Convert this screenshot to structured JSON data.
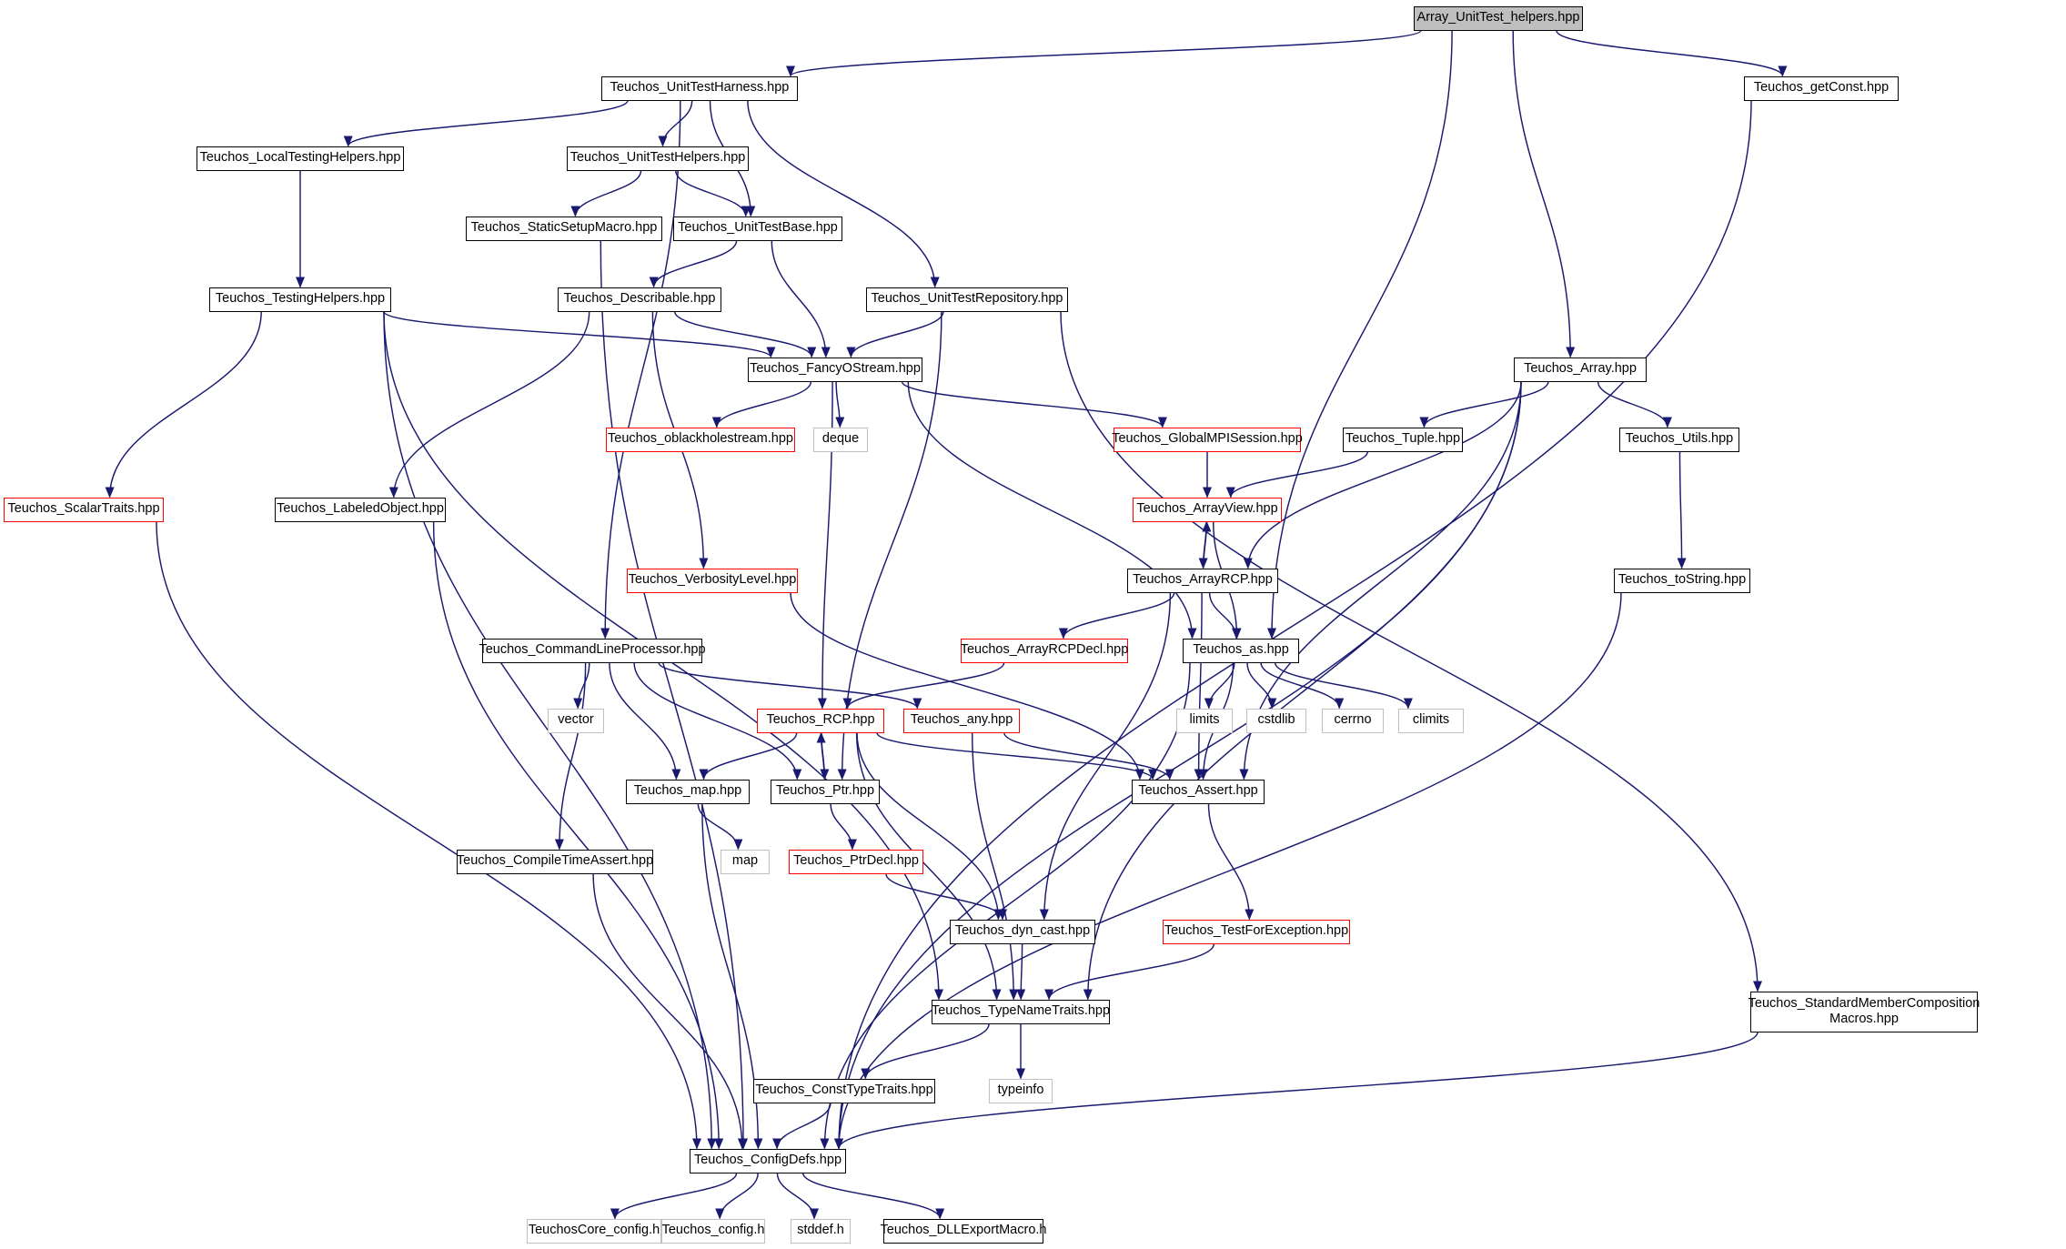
{
  "graph": {
    "nodes": {
      "root": {
        "label": "Array_UnitTest_helpers.hpp",
        "kind": "root"
      },
      "harness": {
        "label": "Teuchos_UnitTestHarness.hpp",
        "kind": "documented"
      },
      "getconst": {
        "label": "Teuchos_getConst.hpp",
        "kind": "documented"
      },
      "localtesting": {
        "label": "Teuchos_LocalTestingHelpers.hpp",
        "kind": "documented"
      },
      "unittesthelpers": {
        "label": "Teuchos_UnitTestHelpers.hpp",
        "kind": "documented"
      },
      "staticsetup": {
        "label": "Teuchos_StaticSetupMacro.hpp",
        "kind": "documented"
      },
      "unittestbase": {
        "label": "Teuchos_UnitTestBase.hpp",
        "kind": "documented"
      },
      "testinghelpers": {
        "label": "Teuchos_TestingHelpers.hpp",
        "kind": "documented"
      },
      "describable": {
        "label": "Teuchos_Describable.hpp",
        "kind": "documented"
      },
      "unittestrepo": {
        "label": "Teuchos_UnitTestRepository.hpp",
        "kind": "documented"
      },
      "fancyostream": {
        "label": "Teuchos_FancyOStream.hpp",
        "kind": "documented"
      },
      "array": {
        "label": "Teuchos_Array.hpp",
        "kind": "documented"
      },
      "oblackhole": {
        "label": "Teuchos_oblackholestream.hpp",
        "kind": "truncated"
      },
      "deque": {
        "label": "deque",
        "kind": "system"
      },
      "globalmpi": {
        "label": "Teuchos_GlobalMPISession.hpp",
        "kind": "truncated"
      },
      "tuple": {
        "label": "Teuchos_Tuple.hpp",
        "kind": "documented"
      },
      "utils": {
        "label": "Teuchos_Utils.hpp",
        "kind": "documented"
      },
      "scalartraits": {
        "label": "Teuchos_ScalarTraits.hpp",
        "kind": "truncated"
      },
      "labeledobject": {
        "label": "Teuchos_LabeledObject.hpp",
        "kind": "documented"
      },
      "arrayview": {
        "label": "Teuchos_ArrayView.hpp",
        "kind": "truncated"
      },
      "verbosity": {
        "label": "Teuchos_VerbosityLevel.hpp",
        "kind": "truncated"
      },
      "arrayrcp": {
        "label": "Teuchos_ArrayRCP.hpp",
        "kind": "documented"
      },
      "tostring": {
        "label": "Teuchos_toString.hpp",
        "kind": "documented"
      },
      "cmdline": {
        "label": "Teuchos_CommandLineProcessor.hpp",
        "kind": "documented"
      },
      "arrayrcpdecl": {
        "label": "Teuchos_ArrayRCPDecl.hpp",
        "kind": "truncated"
      },
      "as": {
        "label": "Teuchos_as.hpp",
        "kind": "documented"
      },
      "vector": {
        "label": "vector",
        "kind": "system"
      },
      "rcp": {
        "label": "Teuchos_RCP.hpp",
        "kind": "truncated"
      },
      "any": {
        "label": "Teuchos_any.hpp",
        "kind": "truncated"
      },
      "limits": {
        "label": "limits",
        "kind": "system"
      },
      "cstdlib": {
        "label": "cstdlib",
        "kind": "system"
      },
      "cerrno": {
        "label": "cerrno",
        "kind": "system"
      },
      "climits": {
        "label": "climits",
        "kind": "system"
      },
      "map_hpp": {
        "label": "Teuchos_map.hpp",
        "kind": "documented"
      },
      "ptr": {
        "label": "Teuchos_Ptr.hpp",
        "kind": "documented"
      },
      "assert": {
        "label": "Teuchos_Assert.hpp",
        "kind": "documented"
      },
      "map": {
        "label": "map",
        "kind": "system"
      },
      "compiletime": {
        "label": "Teuchos_CompileTimeAssert.hpp",
        "kind": "documented"
      },
      "ptrdecl": {
        "label": "Teuchos_PtrDecl.hpp",
        "kind": "truncated"
      },
      "dyncast": {
        "label": "Teuchos_dyn_cast.hpp",
        "kind": "documented"
      },
      "testforexc": {
        "label": "Teuchos_TestForException.hpp",
        "kind": "truncated"
      },
      "typename": {
        "label": "Teuchos_TypeNameTraits.hpp",
        "kind": "documented"
      },
      "stdmember": {
        "label": "Teuchos_StandardMemberComposition\nMacros.hpp",
        "kind": "documented"
      },
      "consttype": {
        "label": "Teuchos_ConstTypeTraits.hpp",
        "kind": "documented"
      },
      "typeinfo": {
        "label": "typeinfo",
        "kind": "system"
      },
      "configdefs": {
        "label": "Teuchos_ConfigDefs.hpp",
        "kind": "documented"
      },
      "corecfg": {
        "label": "TeuchosCore_config.h",
        "kind": "system"
      },
      "teuchoscfg": {
        "label": "Teuchos_config.h",
        "kind": "system"
      },
      "stddef": {
        "label": "stddef.h",
        "kind": "system"
      },
      "dllexport": {
        "label": "Teuchos_DLLExportMacro.h",
        "kind": "documented"
      }
    },
    "edges": [
      [
        "root",
        "harness"
      ],
      [
        "root",
        "getconst"
      ],
      [
        "root",
        "as"
      ],
      [
        "root",
        "array"
      ],
      [
        "harness",
        "localtesting"
      ],
      [
        "harness",
        "unittesthelpers"
      ],
      [
        "harness",
        "unittestbase"
      ],
      [
        "harness",
        "unittestrepo"
      ],
      [
        "harness",
        "cmdline"
      ],
      [
        "getconst",
        "configdefs"
      ],
      [
        "localtesting",
        "testinghelpers"
      ],
      [
        "unittesthelpers",
        "staticsetup"
      ],
      [
        "unittesthelpers",
        "unittestbase"
      ],
      [
        "staticsetup",
        "configdefs"
      ],
      [
        "unittestbase",
        "describable"
      ],
      [
        "unittestbase",
        "fancyostream"
      ],
      [
        "testinghelpers",
        "fancyostream"
      ],
      [
        "testinghelpers",
        "scalartraits"
      ],
      [
        "testinghelpers",
        "configdefs"
      ],
      [
        "testinghelpers",
        "typename"
      ],
      [
        "describable",
        "fancyostream"
      ],
      [
        "describable",
        "labeledobject"
      ],
      [
        "describable",
        "verbosity"
      ],
      [
        "unittestrepo",
        "fancyostream"
      ],
      [
        "unittestrepo",
        "ptr"
      ],
      [
        "unittestrepo",
        "stdmember"
      ],
      [
        "fancyostream",
        "oblackhole"
      ],
      [
        "fancyostream",
        "deque"
      ],
      [
        "fancyostream",
        "globalmpi"
      ],
      [
        "fancyostream",
        "rcp"
      ],
      [
        "fancyostream",
        "as"
      ],
      [
        "array",
        "tuple"
      ],
      [
        "array",
        "utils"
      ],
      [
        "array",
        "arrayrcp"
      ],
      [
        "array",
        "assert"
      ],
      [
        "array",
        "typename"
      ],
      [
        "array",
        "configdefs"
      ],
      [
        "globalmpi",
        "arrayview"
      ],
      [
        "tuple",
        "arrayview"
      ],
      [
        "utils",
        "tostring"
      ],
      [
        "scalartraits",
        "configdefs"
      ],
      [
        "labeledobject",
        "configdefs"
      ],
      [
        "arrayview",
        "arrayrcp"
      ],
      [
        "arrayview",
        "as"
      ],
      [
        "verbosity",
        "assert"
      ],
      [
        "arrayrcp",
        "arrayview"
      ],
      [
        "arrayrcp",
        "arrayrcpdecl"
      ],
      [
        "arrayrcp",
        "as"
      ],
      [
        "arrayrcp",
        "dyncast"
      ],
      [
        "arrayrcp",
        "assert"
      ],
      [
        "tostring",
        "configdefs"
      ],
      [
        "cmdline",
        "vector"
      ],
      [
        "cmdline",
        "any"
      ],
      [
        "cmdline",
        "map_hpp"
      ],
      [
        "cmdline",
        "ptr"
      ],
      [
        "cmdline",
        "compiletime"
      ],
      [
        "arrayrcpdecl",
        "rcp"
      ],
      [
        "as",
        "limits"
      ],
      [
        "as",
        "cstdlib"
      ],
      [
        "as",
        "cerrno"
      ],
      [
        "as",
        "climits"
      ],
      [
        "as",
        "assert"
      ],
      [
        "as",
        "configdefs"
      ],
      [
        "rcp",
        "map_hpp"
      ],
      [
        "rcp",
        "ptr"
      ],
      [
        "rcp",
        "assert"
      ],
      [
        "rcp",
        "dyncast"
      ],
      [
        "rcp",
        "typename"
      ],
      [
        "any",
        "assert"
      ],
      [
        "any",
        "typename"
      ],
      [
        "map_hpp",
        "map"
      ],
      [
        "map_hpp",
        "configdefs"
      ],
      [
        "ptr",
        "rcp"
      ],
      [
        "ptr",
        "ptrdecl"
      ],
      [
        "assert",
        "testforexc"
      ],
      [
        "compiletime",
        "configdefs"
      ],
      [
        "ptrdecl",
        "dyncast"
      ],
      [
        "dyncast",
        "typename"
      ],
      [
        "testforexc",
        "typename"
      ],
      [
        "typename",
        "consttype"
      ],
      [
        "typename",
        "typeinfo"
      ],
      [
        "stdmember",
        "configdefs"
      ],
      [
        "consttype",
        "configdefs"
      ],
      [
        "configdefs",
        "corecfg"
      ],
      [
        "configdefs",
        "teuchoscfg"
      ],
      [
        "configdefs",
        "stddef"
      ],
      [
        "configdefs",
        "dllexport"
      ]
    ]
  }
}
